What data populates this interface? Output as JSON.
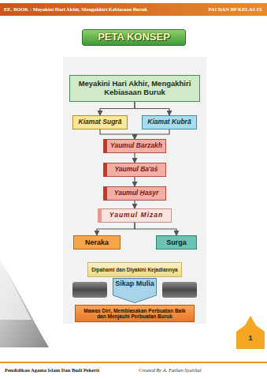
{
  "diagram": {
    "title": "PETA KONSEP",
    "nodes": [
      {
        "text": [
          "Meyakini Hari Akhir, Mengakhiri Kebiasaan Buruk"
        ]
      },
      {
        "text": [
          "Kiamat Sugrā"
        ]
      },
      {
        "text": [
          "Kiamat Kubrā"
        ]
      },
      {
        "text": [
          "Yaumul Barzakh"
        ]
      },
      {
        "text": [
          "Yaumul Ba'aṡ"
        ]
      },
      {
        "text": [
          "Yaumul Ḥasyr"
        ]
      },
      {
        "text": [
          "Yaumul Mizan"
        ]
      },
      {
        "text": [
          "Neraka"
        ]
      },
      {
        "text": [
          "Surga"
        ]
      },
      {
        "text": [
          "Dipahami dan Diyakini Kejadiannya"
        ]
      },
      {
        "text": [
          "Sikap Mulia"
        ]
      },
      {
        "text": [
          "Mawas Diri, Membiasakan Perbuatan Baik dan Menjauhi Perbuatan Buruk"
        ]
      }
    ],
    "edges": [
      {
        "from": 0,
        "to": 1,
        "arrow": "to"
      },
      {
        "from": 0,
        "to": 2,
        "arrow": "to"
      },
      {
        "from": 1,
        "to": 3,
        "arrow": "to"
      },
      {
        "from": 2,
        "to": 3,
        "arrow": "to"
      },
      {
        "from": 3,
        "to": 4,
        "arrow": "to"
      },
      {
        "from": 4,
        "to": 5,
        "arrow": "to"
      },
      {
        "from": 5,
        "to": 6,
        "arrow": "to"
      },
      {
        "from": 6,
        "to": 7,
        "arrow": "to"
      },
      {
        "from": 6,
        "to": 8,
        "arrow": "to"
      }
    ],
    "labels": [
      "EE. BOOK : Meyakini Hari Akhir, Mengakhiri Kebiasaan Buruk",
      "PAI DAN BP KELAS IX",
      "1",
      "Pendidikan Agama Islam Dan Budi Pekerti",
      "Created By A. Fathan Syahlial"
    ]
  }
}
